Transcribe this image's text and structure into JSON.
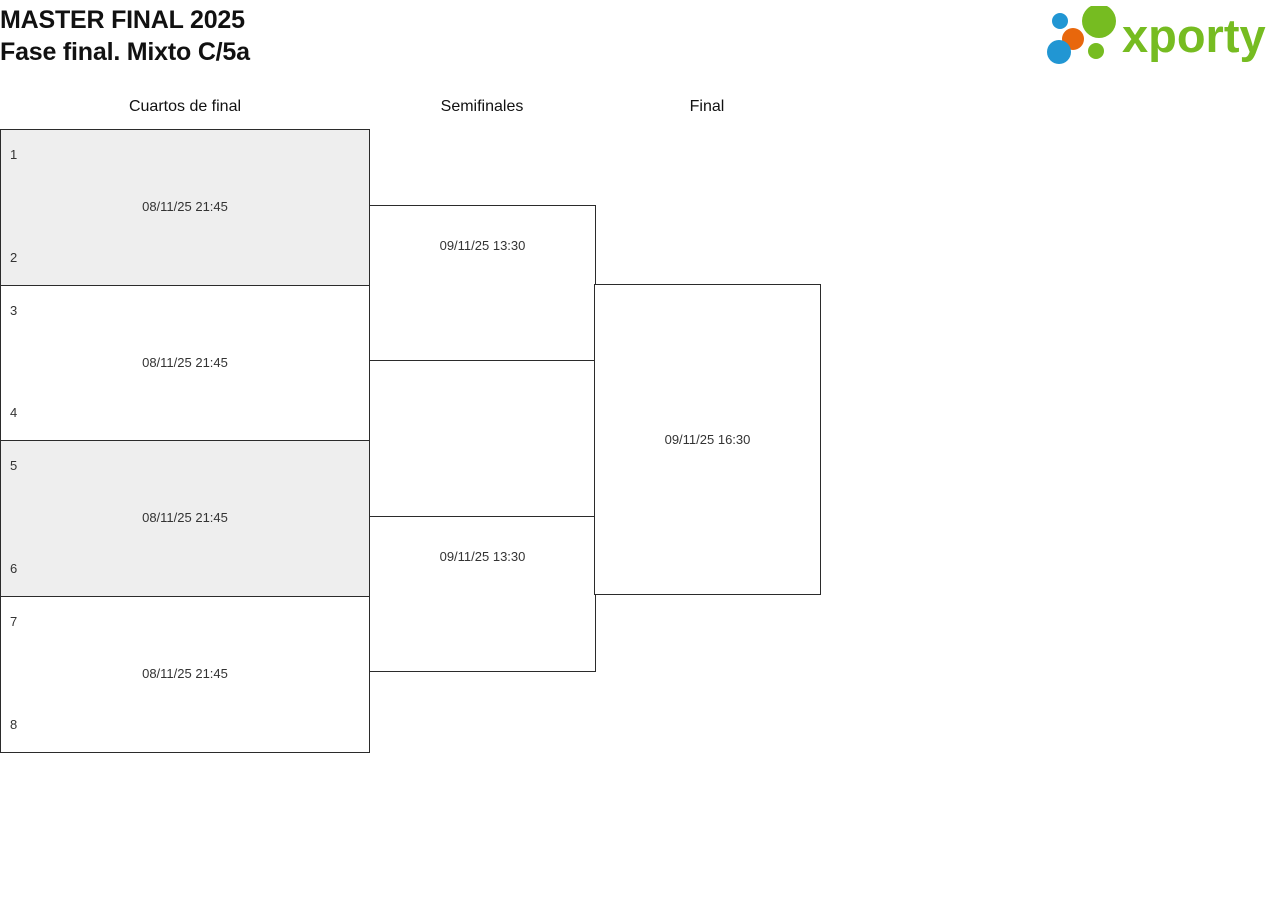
{
  "header": {
    "title_line1": "MASTER FINAL 2025",
    "title_line2": "Fase final. Mixto C/5a",
    "logo_text": "xporty",
    "logo_colors": {
      "green": "#76bc21",
      "blue": "#2196d3",
      "orange": "#e8670c"
    }
  },
  "rounds": [
    {
      "key": "qf",
      "label": "Cuartos de final"
    },
    {
      "key": "sf",
      "label": "Semifinales"
    },
    {
      "key": "final",
      "label": "Final"
    }
  ],
  "bracket": {
    "quarterfinals": [
      {
        "seed_top": "1",
        "seed_bottom": "2",
        "date": "08/11/25 21:45",
        "shaded": true
      },
      {
        "seed_top": "3",
        "seed_bottom": "4",
        "date": "08/11/25 21:45",
        "shaded": false
      },
      {
        "seed_top": "5",
        "seed_bottom": "6",
        "date": "08/11/25 21:45",
        "shaded": true
      },
      {
        "seed_top": "7",
        "seed_bottom": "8",
        "date": "08/11/25 21:45",
        "shaded": false
      }
    ],
    "semifinals": [
      {
        "date": "09/11/25 13:30"
      },
      {
        "date": "09/11/25 13:30"
      }
    ],
    "final": {
      "date": "09/11/25 16:30"
    }
  },
  "colors": {
    "border": "#2b2b2b",
    "shaded_row": "#eeeeee",
    "text": "#333333",
    "title": "#111111"
  }
}
